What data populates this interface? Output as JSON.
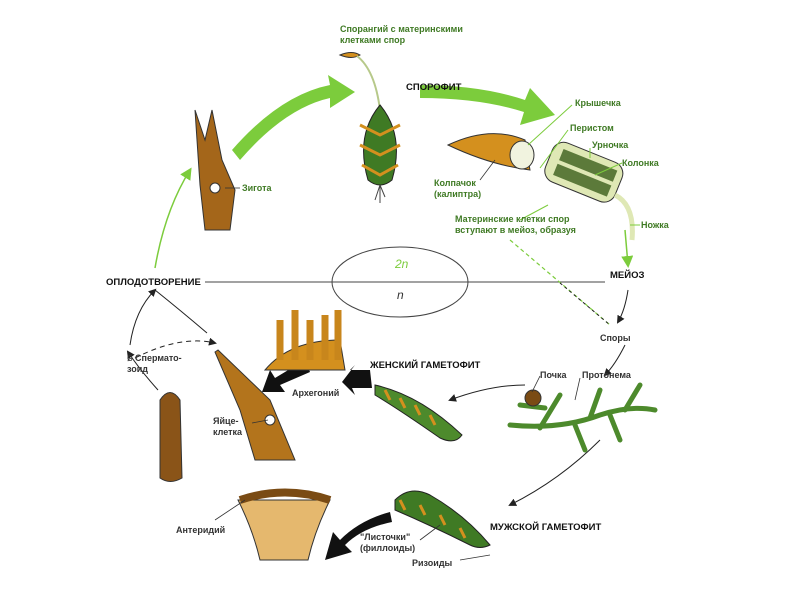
{
  "diagram": {
    "colors": {
      "arrow_green": "#7ccc3c",
      "tissue_orange": "#d4901e",
      "leaf_green": "#3f7a24",
      "line": "#333333"
    },
    "sporangium_label": "Спорангий с материнскими\nклетками спор",
    "sporophyte": "СПОРОФИТ",
    "operculum": "Крышечка",
    "peristome": "Перистом",
    "urn": "Урночка",
    "columella": "Колонка",
    "calyptra": "Колпачок\n(калиптра)",
    "seta": "Ножка",
    "meiosis_note": "Материнские клетки спор\nвступают в мейоз, образуя",
    "zygote": "Зигота",
    "fertilization": "ОПЛОДОТВОРЕНИЕ",
    "diploid": "2n",
    "haploid": "n",
    "meiosis": "МЕЙОЗ",
    "spores": "Споры",
    "sperm": "Спермато-\nзоид",
    "female_gametophyte": "ЖЕНСКИЙ ГАМЕТОФИТ",
    "archegonium": "Архегоний",
    "bud": "Почка",
    "protonema": "Протонема",
    "egg": "Яйце-\nклетка",
    "antheridium": "Антеридий",
    "phylloids": "\"Листочки\"\n(филлоиды)",
    "male_gametophyte": "МУЖСКОЙ ГАМЕТОФИТ",
    "rhizoids": "Ризоиды"
  }
}
